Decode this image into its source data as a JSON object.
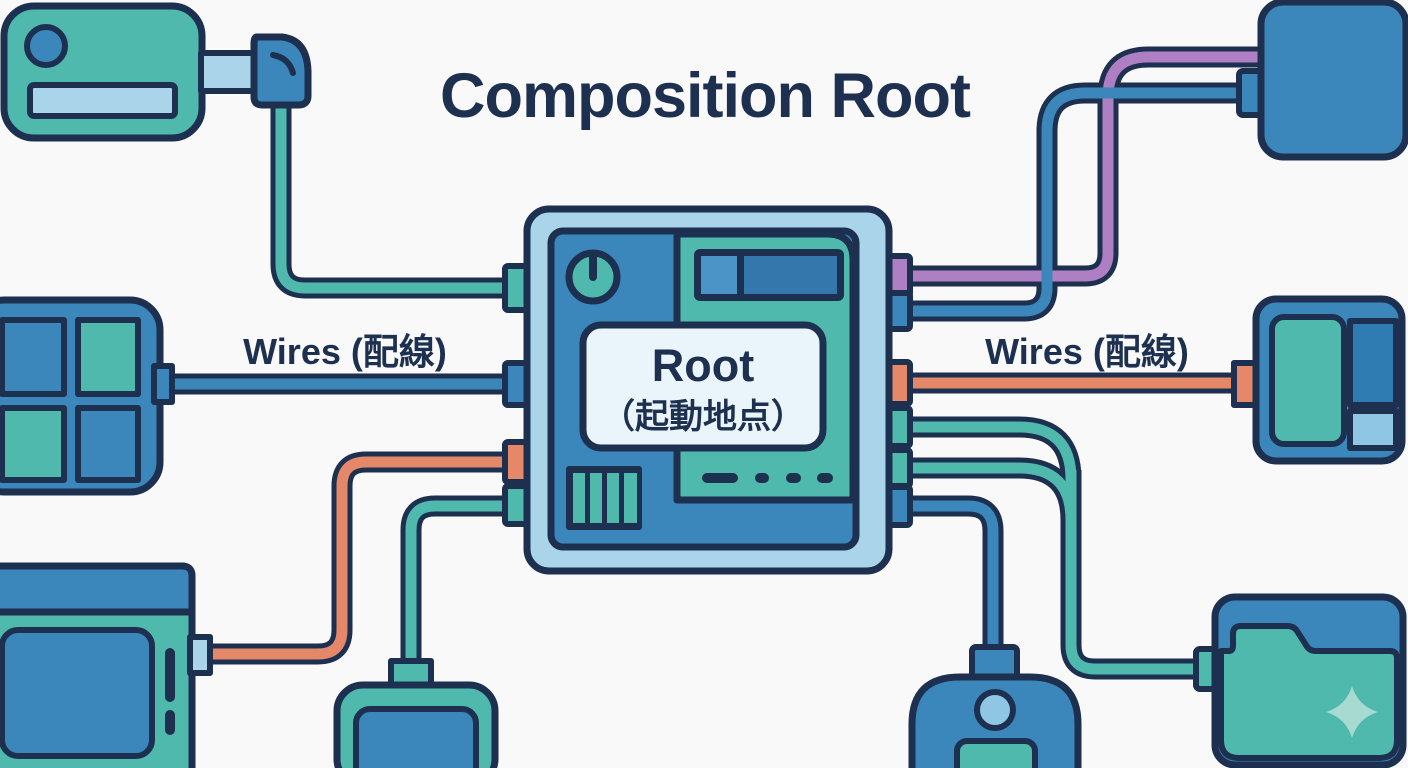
{
  "title": "Composition Root",
  "labels": {
    "wires_left": "Wires (配線)",
    "wires_right": "Wires (配線)"
  },
  "root_box": {
    "line1": "Root",
    "line2": "（起動地点）"
  },
  "colors": {
    "bg": "#f8f9f8",
    "navy": "#1d3050",
    "teal": "#4fb9ad",
    "blue": "#3b86ba",
    "deepblue": "#2f7cb3",
    "lightblue": "#a9d4ea",
    "skyblue": "#8ec6e4",
    "pale": "#eaf4fb",
    "orange": "#e5886a",
    "purple": "#ae80c3",
    "sparkle": "#a7dbd2",
    "toggle_left": "#4a94c8",
    "toggle_right": "#3377ad"
  },
  "icons": [
    "clock-icon",
    "toggle-switch-icon",
    "barcode-icon",
    "dash-indicator-icons",
    "card-module-icon",
    "pipe-elbow-icon",
    "window-grid-icon",
    "monitor-icon",
    "gadget-icon",
    "user-icon",
    "folder-icon",
    "sparkle-icon",
    "panel-icon",
    "port-icons"
  ]
}
